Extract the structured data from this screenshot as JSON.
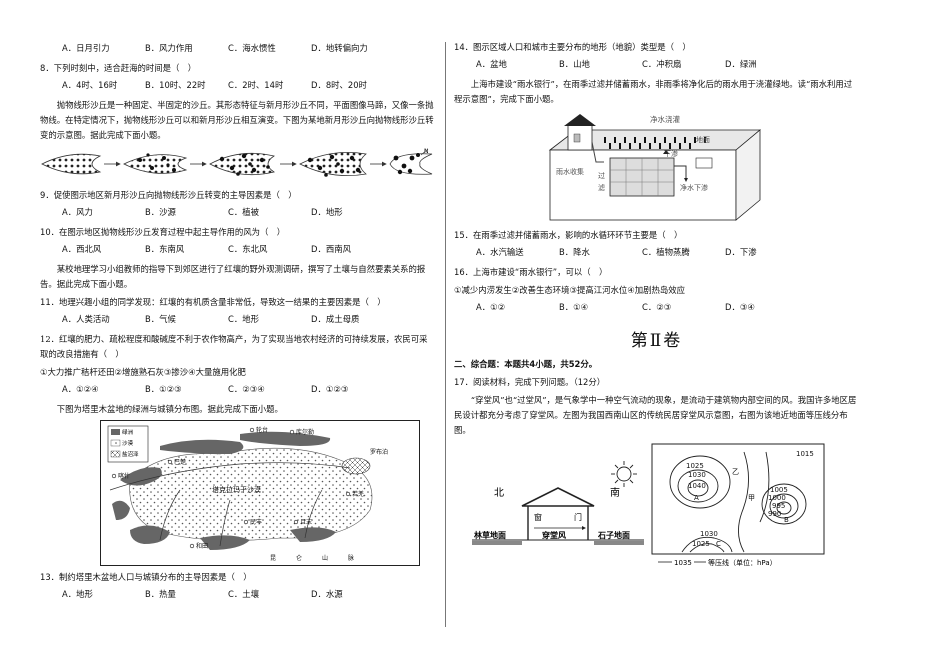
{
  "left": {
    "q7_opts": [
      "A．日月引力",
      "B．风力作用",
      "C．海水惯性",
      "D．地转偏向力"
    ],
    "q8": "8．下列时刻中，适合赶海的时间是（　）",
    "q8_opts": [
      "A．4时、16时",
      "B．10时、22时",
      "C．2时、14时",
      "D．8时、20时"
    ],
    "dune_intro": "抛物线形沙丘是一种固定、半固定的沙丘。其形态特征与新月形沙丘不同，平面图像马蹄，又像一条抛物线。在特定情况下，抛物线形沙丘可以和新月形沙丘相互演变。下图为某地新月形沙丘向抛物线形沙丘转变的示意图。据此完成下面小题。",
    "dune_north": "N",
    "q9": "9．促使图示地区新月形沙丘向抛物线形沙丘转变的主导因素是（　）",
    "q9_opts": [
      "A．风力",
      "B．沙源",
      "C．植被",
      "D．地形"
    ],
    "q10": "10．在图示地区抛物线形沙丘发育过程中起主导作用的风为（　）",
    "q10_opts": [
      "A．西北风",
      "B．东南风",
      "C．东北风",
      "D．西南风"
    ],
    "field_intro": "某校地理学习小组教师的指导下到郊区进行了红壤的野外观测调研，撰写了土壤与自然要素关系的报告。据此完成下面小题。",
    "q11": "11．地理兴趣小组的同学发现：红壤的有机质含量非常低，导致这一结果的主要因素是（　）",
    "q11_opts": [
      "A．人类活动",
      "B．气候",
      "C．地形",
      "D．成土母质"
    ],
    "q12": "12．红壤的肥力、疏松程度和酸碱度不利于农作物高产，为了实现当地农村经济的可持续发展，农民可采取的改良措施有（　）",
    "q12_items": "①大力推广秸杆还田②增施熟石灰③掺沙④大量施用化肥",
    "q12_opts": [
      "A．①②④",
      "B．①②③",
      "C．②③④",
      "D．①②③"
    ],
    "map_intro": "下图为塔里木盆地的绿洲与城镇分布图。据此完成下面小题。",
    "legend": [
      "绿洲",
      "沙漠",
      "盐沼泽"
    ],
    "map_labels": [
      "轮台",
      "库尔勒",
      "巴楚",
      "塔克拉玛干沙漠",
      "民丰",
      "若羌",
      "昆",
      "仑",
      "山",
      "脉",
      "罗布泊",
      "和田",
      "且末",
      "喀什"
    ],
    "q13": "13．制约塔里木盆地人口与城镇分布的主导因素是（　）",
    "q13_opts": [
      "A．地形",
      "B．热量",
      "C．土壤",
      "D．水源"
    ]
  },
  "right": {
    "q14": "14．图示区域人口和城市主要分布的地形（地貌）类型是（　）",
    "q14_opts": [
      "A．盆地",
      "B．山地",
      "C．冲积扇",
      "D．绿洲"
    ],
    "rain_intro": "上海市建设“雨水银行”，在雨季过滤并储蓄雨水，非雨季将净化后的雨水用于浇灌绿地。读“雨水利用过程示意图”，完成下面小题。",
    "rain_labels": {
      "irrigate": "净水浇灌",
      "ground": "地面",
      "collect": "雨水收集",
      "filter1": "过",
      "filter2": "滤",
      "seep": "下渗",
      "seep2": "净水下渗"
    },
    "q15": "15．在雨季过滤并储蓄雨水，影响的水循环环节主要是（　）",
    "q15_opts": [
      "A．水汽输送",
      "B．降水",
      "C．植物蒸腾",
      "D．下渗"
    ],
    "q16": "16．上海市建设“雨水银行”，可以（　）",
    "q16_items": "①减少内涝发生②改善生态环境③提高江河水位④加剧热岛效应",
    "q16_opts": [
      "A．①②",
      "B．①④",
      "C．②③",
      "D．③④"
    ],
    "section": "第Ⅱ卷",
    "part2": "二、综合题：本题共4小题，共52分。",
    "q17": "17．阅读材料，完成下列问题。（12分）",
    "q17_text": "“穿堂风”也“过堂风”，是气象学中一种空气流动的现象，是流动于建筑物内部空间的风。我国许多地区居民设计都充分考虑了穿堂风。左图为我国西南山区的传统民居穿堂风示意图，右图为该地近地面等压线分布图。",
    "house_labels": {
      "north": "北",
      "south": "南",
      "window": "窗",
      "door": "门",
      "left_ground": "林草地面",
      "wind": "穿堂风",
      "right_ground": "石子地面"
    },
    "isobar_labels": [
      "1025",
      "1030",
      "1040",
      "A",
      "乙",
      "1015",
      "1005",
      "1000",
      "995",
      "990",
      "B",
      "甲",
      "1030",
      "1025",
      "C"
    ],
    "isobar_legend_value": "1035",
    "isobar_legend_text": "等压线（单位：hPa）"
  }
}
